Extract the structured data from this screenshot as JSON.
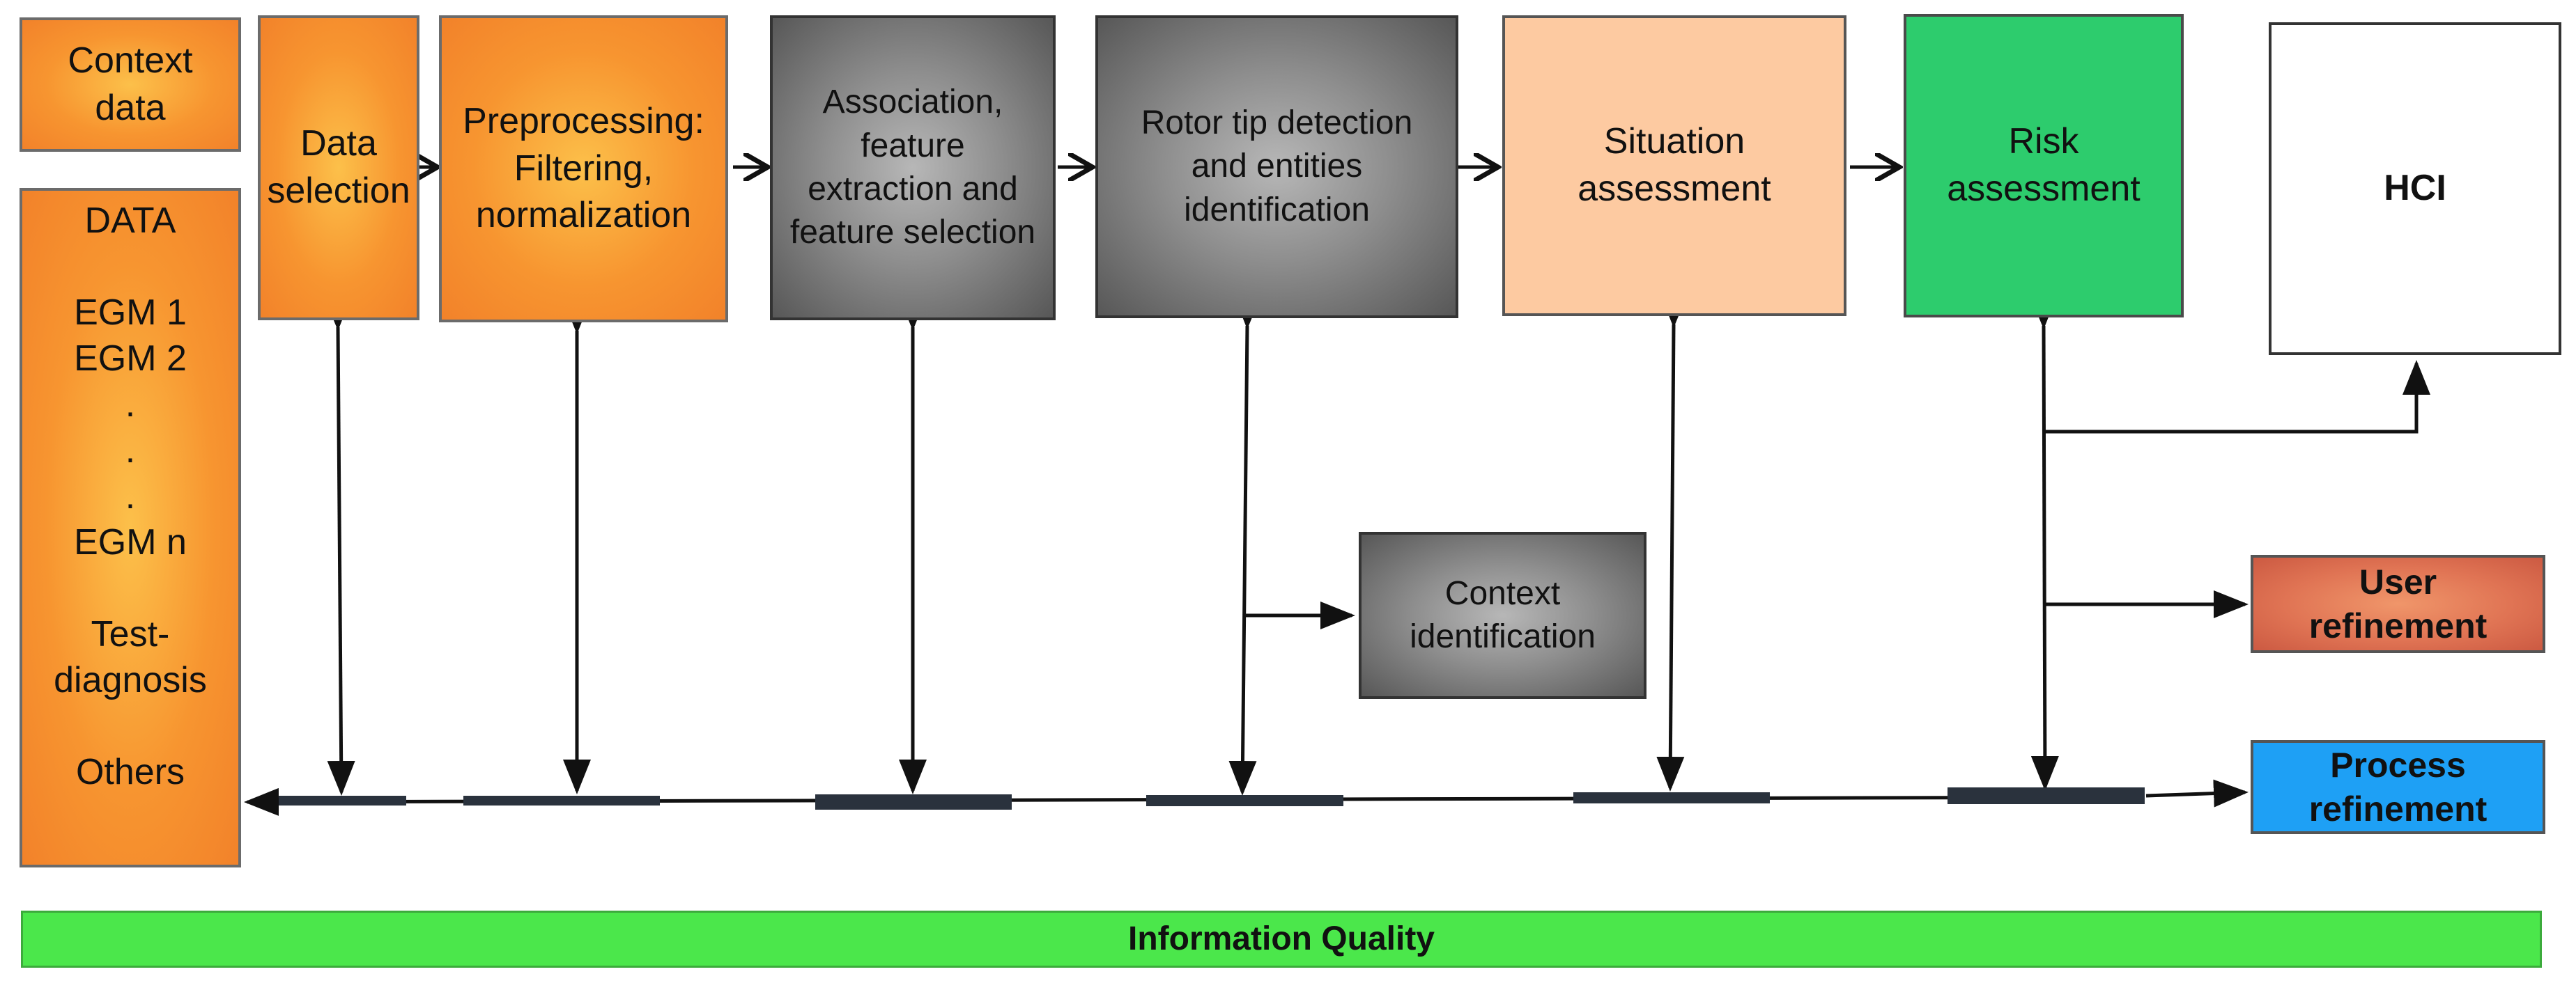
{
  "context_data": "Context\ndata",
  "data_column": {
    "heading": "DATA",
    "items": [
      "EGM 1",
      "EGM 2",
      ".",
      ".",
      ".",
      "EGM n",
      "Test-\ndiagnosis",
      "Others"
    ]
  },
  "pipeline": [
    {
      "label": "Data\nselection"
    },
    {
      "label": "Preprocessing:\nFiltering,\nnormalization"
    },
    {
      "label": "Association,\nfeature\nextraction and\nfeature selection"
    },
    {
      "label": "Rotor tip detection\nand  entities\nidentification"
    },
    {
      "label": "Situation\nassessment"
    },
    {
      "label": "Risk\nassessment"
    }
  ],
  "hci": "HCI",
  "context_identification": "Context\nidentification",
  "user_refinement": "User\nrefinement",
  "process_refinement": "Process\nrefinement",
  "information_quality": "Information Quality",
  "colors": {
    "orange": "#f79530",
    "gray": "#8e8e8e",
    "peach": "#fdcaa1",
    "green": "#2dcc6d",
    "user_refinement": "#e07454",
    "process_refinement": "#1ea0f5",
    "information_quality": "#4be74b",
    "bus": "#2a323d"
  }
}
